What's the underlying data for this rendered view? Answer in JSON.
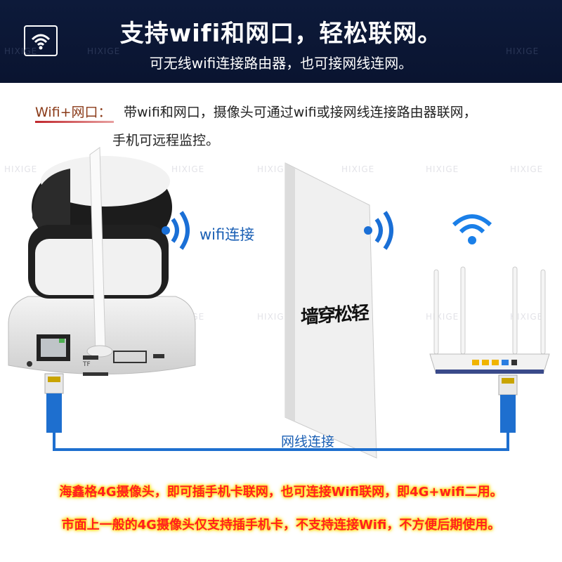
{
  "header": {
    "title": "支持wifi和网口，轻松联网。",
    "subtitle": "可无线wifi连接路由器，也可接网线连网。"
  },
  "watermark": "HIXIGE",
  "description": {
    "label": "Wifi+网口：",
    "line1": "带wifi和网口，摄像头可通过wifi或接网线连接路由器联网，",
    "line2": "手机可远程监控。"
  },
  "diagram": {
    "wifi_label": "wifi连接",
    "wall_text": "墙穿松轻",
    "lan_label": "网线连接",
    "camera_slot_label": "TF"
  },
  "footer": {
    "line1": "海鑫格4G摄像头，即可插手机卡联网，也可连接Wifi联网，即4G+wifi二用。",
    "line2": "市面上一般的4G摄像头仅支持插手机卡，不支持连接Wifi，不方便后期使用。"
  },
  "colors": {
    "header_bg": "#0d1a3a",
    "accent_blue": "#1a5fb4",
    "warning_red": "#ff2020",
    "glow_yellow": "#ffe000"
  },
  "icons": [
    "wifi-icon",
    "camera-image",
    "router-image",
    "wall-image"
  ]
}
